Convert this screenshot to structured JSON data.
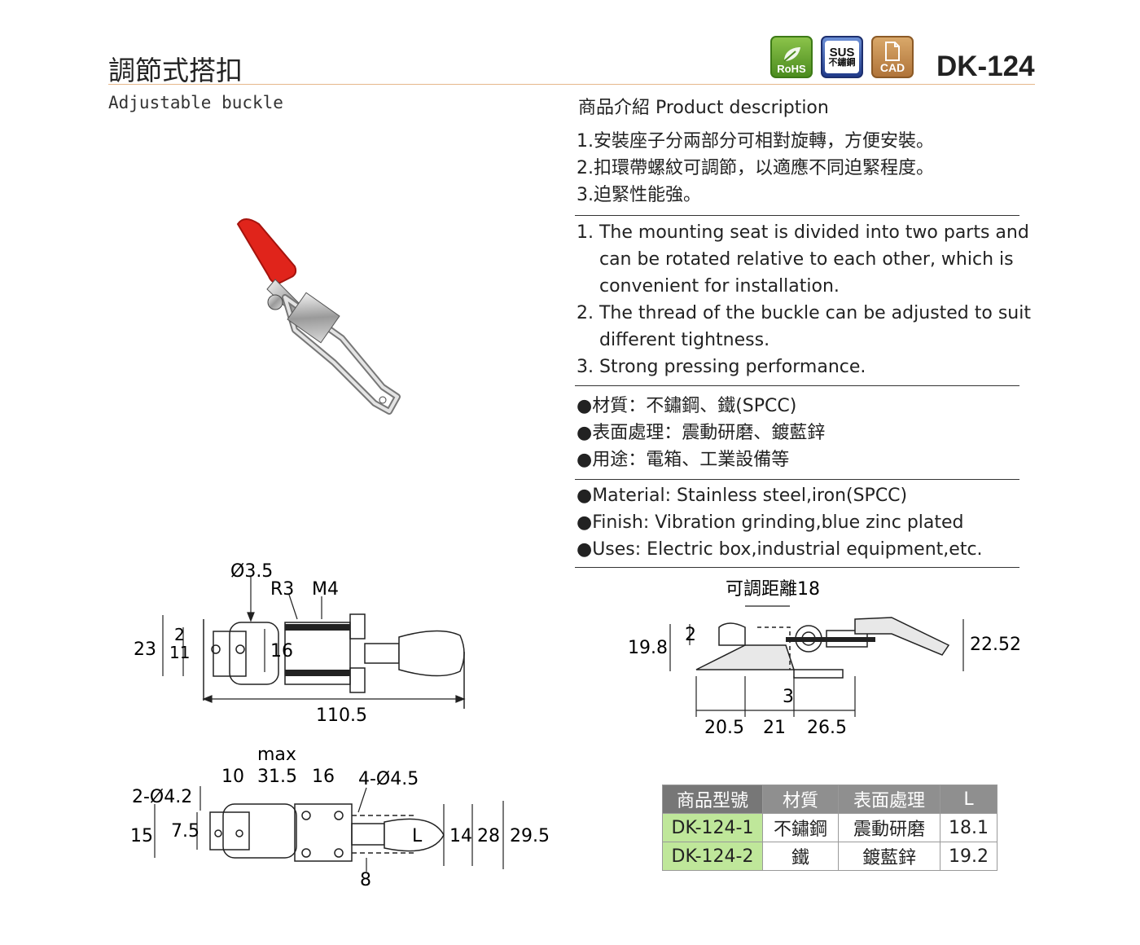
{
  "header": {
    "title_zh": "調節式搭扣",
    "title_en": "Adjustable buckle",
    "model": "DK-124",
    "badges": {
      "rohs": "RoHS",
      "sus_top": "SUS",
      "sus_bottom": "不鏽鋼",
      "cad": "CAD"
    }
  },
  "description": {
    "title": "商品介紹 Product description",
    "zh_points": [
      "1.安裝座子分兩部分可相對旋轉，方便安裝。",
      "2.扣環帶螺紋可調節，以適應不同迫緊程度。",
      "3.迫緊性能強。"
    ],
    "en_points": [
      "1. The mounting seat is divided into two parts and",
      "    can be rotated relative to each other, which is",
      "    convenient for installation.",
      "2. The thread of the buckle can be adjusted to suit",
      "    different tightness.",
      "3. Strong pressing performance."
    ],
    "zh_specs": [
      "●材質：不鏽鋼、鐵(SPCC)",
      "●表面處理：震動研磨、鍍藍鋅",
      "●用途：電箱、工業設備等"
    ],
    "en_specs": [
      "●Material: Stainless steel,iron(SPCC)",
      "●Finish: Vibration grinding,blue zinc plated",
      "●Uses: Electric box,industrial equipment,etc."
    ]
  },
  "drawing_top": {
    "d35": "Ø3.5",
    "r3": "R3",
    "m4": "M4",
    "d23": "23",
    "d2": "2",
    "d11": "11",
    "d16": "16",
    "d1105": "110.5"
  },
  "drawing_bottom": {
    "max": "max",
    "d10": "10",
    "d315": "31.5",
    "d16": "16",
    "d45": "4-Ø4.5",
    "d42": "2-Ø4.2",
    "d15": "15",
    "d75": "7.5",
    "dL": "L",
    "d14": "14",
    "d28": "28",
    "d295": "29.5",
    "d8": "8"
  },
  "drawing_side": {
    "adjust": "可調距離18",
    "d198": "19.8",
    "d2": "2",
    "d2252": "22.52",
    "d3": "3",
    "d205": "20.5",
    "d21": "21",
    "d265": "26.5"
  },
  "table": {
    "headers": [
      "商品型號",
      "材質",
      "表面處理",
      "L"
    ],
    "rows": [
      [
        "DK-124-1",
        "不鏽鋼",
        "震動研磨",
        "18.1"
      ],
      [
        "DK-124-2",
        "鐵",
        "鍍藍鋅",
        "19.2"
      ]
    ]
  },
  "colors": {
    "accent_rule": "#e6b88a",
    "model_cell": "#bfe79a",
    "header_cell": "#8f8f8f",
    "handle": "#e0241b"
  }
}
